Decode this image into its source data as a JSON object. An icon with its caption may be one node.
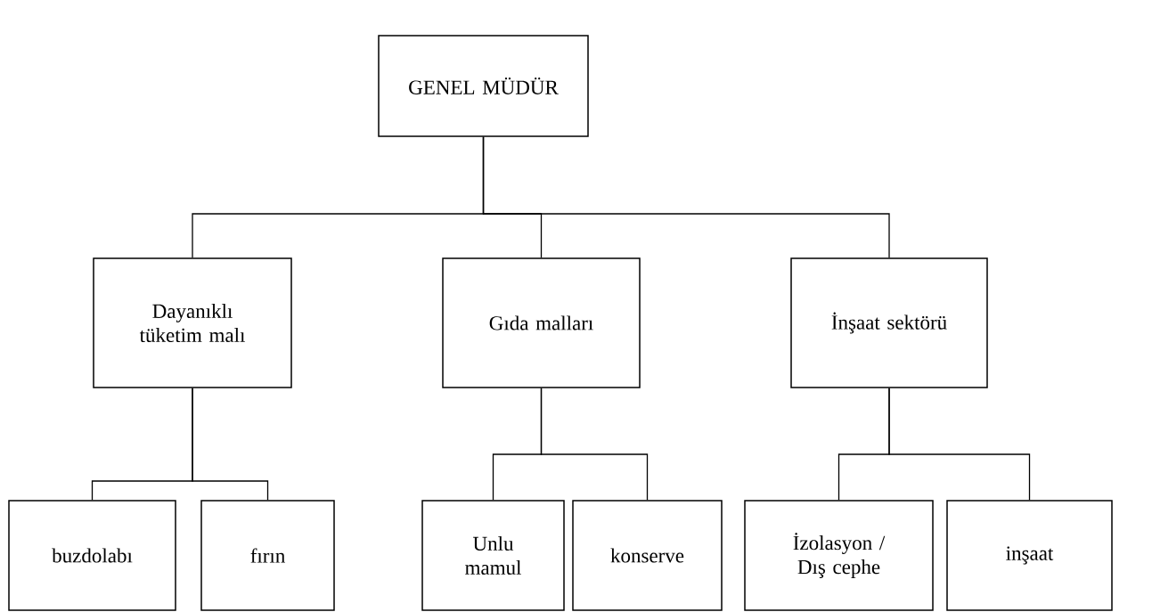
{
  "diagram": {
    "nodes": [
      {
        "text": [
          "GENEL MÜDÜR"
        ]
      },
      {
        "text": [
          "Dayanıklı tüketim malı"
        ]
      },
      {
        "text": [
          "Gıda malları"
        ]
      },
      {
        "text": [
          "İnşaat sektörü"
        ]
      },
      {
        "text": [
          "buzdolabı"
        ]
      },
      {
        "text": [
          "fırın"
        ]
      },
      {
        "text": [
          "Unlu mamul"
        ]
      },
      {
        "text": [
          "konserve"
        ]
      },
      {
        "text": [
          "İzolasyon / Dış cephe"
        ]
      },
      {
        "text": [
          "inşaat"
        ]
      }
    ],
    "edges": [
      {
        "from": 0,
        "to": 1,
        "arrow": "none"
      },
      {
        "from": 0,
        "to": 2,
        "arrow": "none"
      },
      {
        "from": 0,
        "to": 3,
        "arrow": "none"
      },
      {
        "from": 1,
        "to": 4,
        "arrow": "none"
      },
      {
        "from": 1,
        "to": 5,
        "arrow": "none"
      },
      {
        "from": 2,
        "to": 6,
        "arrow": "none"
      },
      {
        "from": 2,
        "to": 7,
        "arrow": "none"
      },
      {
        "from": 3,
        "to": 8,
        "arrow": "none"
      },
      {
        "from": 3,
        "to": 9,
        "arrow": "none"
      }
    ]
  }
}
